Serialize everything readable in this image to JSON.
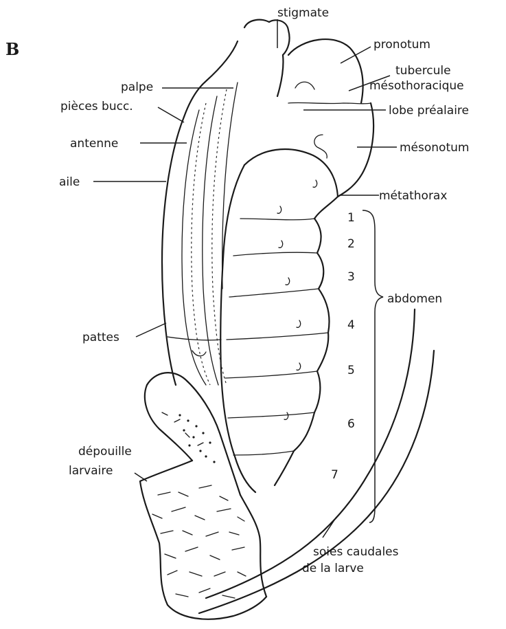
{
  "figure": {
    "panel_letter": "B",
    "labels": {
      "stigmate": "stigmate",
      "pronotum": "pronotum",
      "tubercule": "tubercule",
      "mesothoracique": "mésothoracique",
      "lobe_prealaire": "lobe préalaire",
      "mesonotum": "mésonotum",
      "metathorax": "métathorax",
      "palpe": "palpe",
      "pieces_bucc": "pièces bucc.",
      "antenne": "antenne",
      "aile": "aile",
      "pattes": "pattes",
      "abdomen": "abdomen",
      "depouille": "dépouille",
      "larvaire": "larvaire",
      "soies_caudales": "soies caudales",
      "de_la_larve": "de la larve"
    },
    "segment_numbers": [
      "1",
      "2",
      "3",
      "4",
      "5",
      "6",
      "7"
    ]
  }
}
